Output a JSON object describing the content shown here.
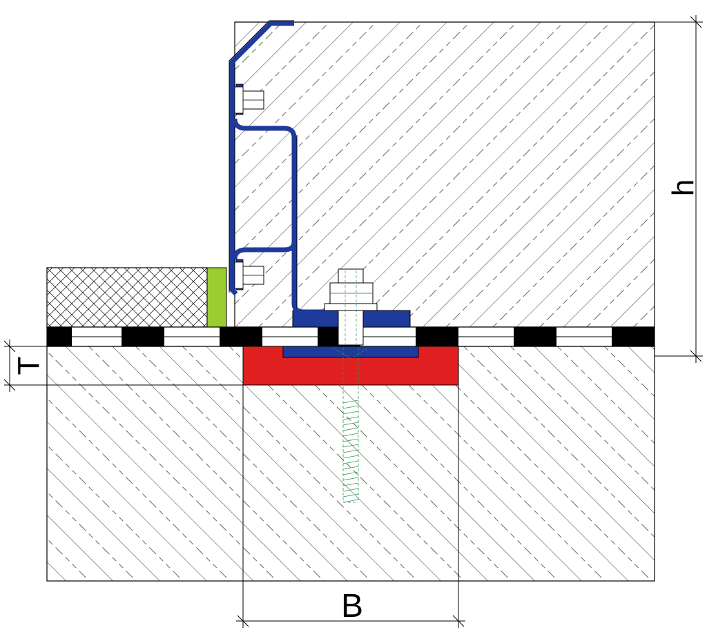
{
  "dimensions": {
    "h": "h",
    "T": "T",
    "B": "B"
  },
  "colors": {
    "steel_profile": "#1e3a9a",
    "anchor_pad": "#e02020",
    "filler_strip": "#9acd32",
    "bolt": "#2e9a55",
    "line": "#000000"
  },
  "icons": {
    "profile": "z-profile-icon",
    "anchor_bolt": "anchor-bolt-icon",
    "fastening_screw": "hex-bolt-icon"
  }
}
